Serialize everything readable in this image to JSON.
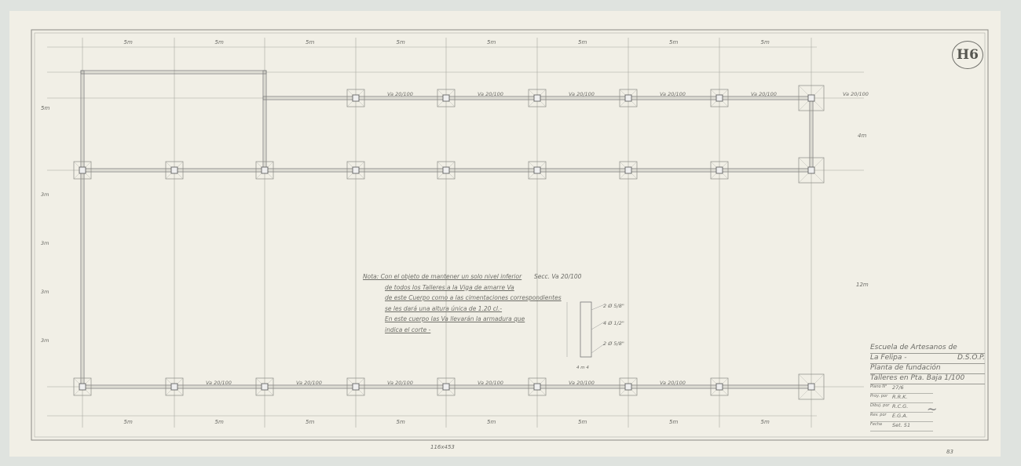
{
  "sheet_code": "H6",
  "dimensions": {
    "top_spans": [
      "5m",
      "5m",
      "5m",
      "5m",
      "5m",
      "5m",
      "5m",
      "5m"
    ],
    "bottom_spans": [
      "5m",
      "5m",
      "5m",
      "5m",
      "5m",
      "5m",
      "5m",
      "5m"
    ],
    "right_top": "4m",
    "right_total": "12m",
    "left_top": "5m",
    "left_spans": [
      "3m",
      "3m",
      "3m",
      "3m"
    ]
  },
  "beam_labels": [
    "Va 20/100",
    "Va 20/100",
    "Va 20/100",
    "Va 20/100",
    "Va 20/100",
    "Va 20/100"
  ],
  "note": {
    "lines": [
      "Nota: Con el objeto de mantener un solo nivel inferior",
      "de todos los Talleres a la Viga de amarre Va",
      "de este Cuerpo como a las cimentaciones correspondientes",
      "se les dará una altura única de 1.20 cl.-",
      "En este cuerpo las Va llevarán la armadura que",
      "indica el corte -"
    ],
    "section_label": "Secc. Va 20/100",
    "rebar": [
      "2 Ø 5/8\"",
      "4 Ø 1/2\"",
      "2 Ø 5/8\""
    ],
    "section_mark": "4 m 4"
  },
  "title_block": {
    "line1": "Escuela de Artesanos de",
    "line2": "La Felipa -",
    "agency": "D.S.O.P.",
    "line3": "Planta de fundación",
    "line4": "Talleres en Pta. Baja",
    "scale": "1/100",
    "rows": [
      {
        "label": "Plano N°",
        "value": "27/6"
      },
      {
        "label": "Proy. por",
        "value": "R.R.K."
      },
      {
        "label": "Dibuj. por",
        "value": "R.C.G."
      },
      {
        "label": "Rev. por",
        "value": "E.G.A."
      },
      {
        "label": "Fecha",
        "value": "Set. 51"
      }
    ]
  },
  "bottom_mark": "116x453",
  "corner_mark": "83"
}
